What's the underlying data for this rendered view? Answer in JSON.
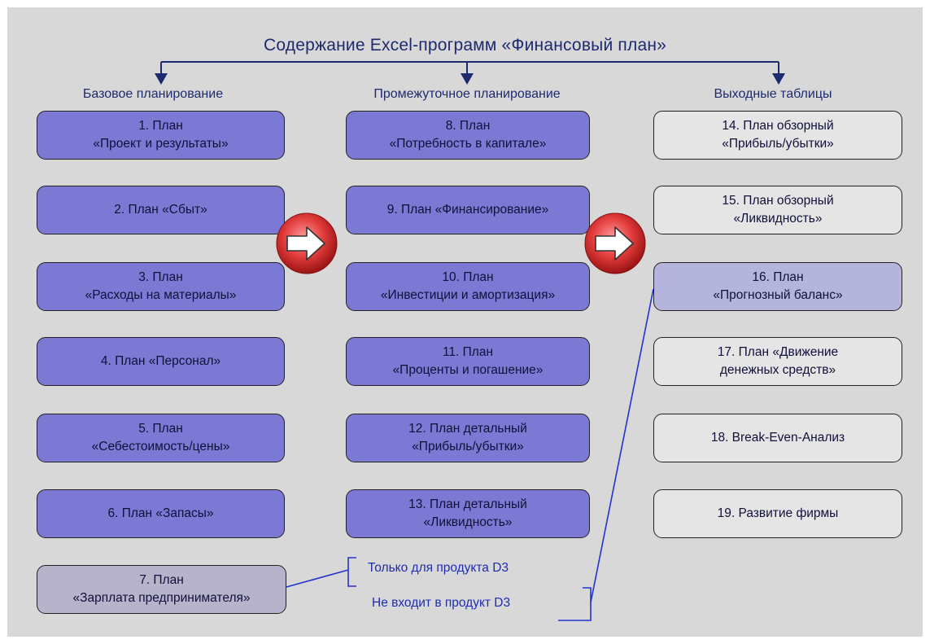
{
  "title": "Содержание Excel-программ «Финансовый план»",
  "columns": [
    {
      "heading": "Базовое планирование"
    },
    {
      "heading": "Промежуточное планирование"
    },
    {
      "heading": "Выходные таблицы"
    }
  ],
  "base_items": [
    "1. План\n«Проект и результаты»",
    "2. План «Сбыт»",
    "3. План\n«Расходы на материалы»",
    "4. План «Персонал»",
    "5. План\n«Себестоимость/цены»",
    "6. План «Запасы»",
    "7. План\n«Зарплата предпринимателя»"
  ],
  "intermediate_items": [
    "8. План\n«Потребность в капитале»",
    "9. План «Финансирование»",
    "10. План\n«Инвестиции и амортизация»",
    "11. План\n«Проценты и погашение»",
    "12. План детальный\n«Прибыль/убытки»",
    "13. План детальный\n«Ликвидность»"
  ],
  "output_items": [
    "14. План обзорный\n«Прибыль/убытки»",
    "15. План обзорный\n«Ликвидность»",
    "16. План\n«Прогнозный баланс»",
    "17. План «Движение\nденежных средств»",
    "18. Break-Even-Анализ",
    "19. Развитие фирмы"
  ],
  "notes": {
    "only_d3": "Только для продукта D3",
    "not_in_d3": "Не входит в продукт D3"
  },
  "colors": {
    "box_fill": "#7b79d3",
    "output_fill": "#e5e5e5",
    "highlight_fill": "#b4b4dd",
    "dim_fill": "#b7b3ca",
    "line_color": "#1e2a6e",
    "note_color": "#1f2cb0",
    "arrow_circle": "#e03a3a"
  }
}
